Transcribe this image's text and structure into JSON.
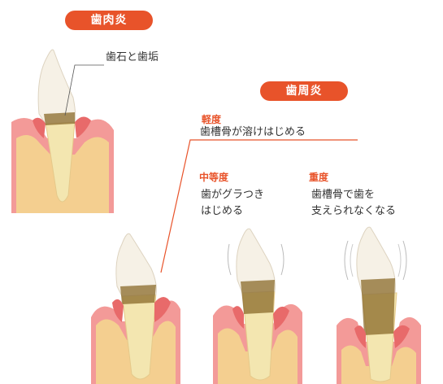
{
  "gingivitis": {
    "title": "歯肉炎",
    "callout": "歯石と歯垢"
  },
  "periodontitis": {
    "title": "歯周炎",
    "mild": {
      "label": "軽度",
      "desc": "歯槽骨が溶けはじめる"
    },
    "moderate": {
      "label": "中等度",
      "desc_line1": "歯がグラつき",
      "desc_line2": "はじめる"
    },
    "severe": {
      "label": "重度",
      "desc_line1": "歯槽骨で歯を",
      "desc_line2": "支えられなくなる"
    }
  },
  "colors": {
    "accent": "#e8532a",
    "gum": "#f39a98",
    "bone": "#f4cf90",
    "tooth": "#f6f1e6",
    "root": "#f3e6b0",
    "calculus": "#8a6a2a"
  }
}
